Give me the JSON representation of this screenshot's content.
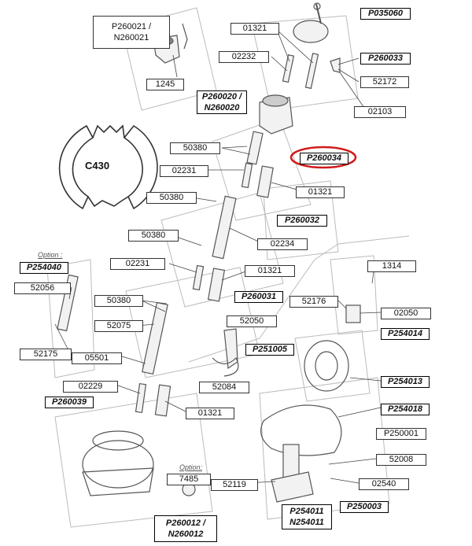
{
  "labels": {
    "p260021": "P260021 / N260021",
    "l1245": "1245",
    "l01321_a": "01321",
    "p035060": "P035060",
    "l02232": "02232",
    "p260033": "P260033",
    "l52172": "52172",
    "p260020": "P260020 / N260020",
    "l02103": "02103",
    "c430": "C430",
    "l50380_a": "50380",
    "p260034": "P260034",
    "l02231_a": "02231",
    "l01321_b": "01321",
    "l50380_b": "50380",
    "p260032": "P260032",
    "l50380_c": "50380",
    "l02234": "02234",
    "option_a": "Option :",
    "p254040": "P254040",
    "l02231_b": "02231",
    "l01321_c": "01321",
    "l1314": "1314",
    "l52056": "52056",
    "l50380_d": "50380",
    "p260031": "P260031",
    "l52176": "52176",
    "l02050": "02050",
    "l52050": "52050",
    "l52075": "52075",
    "p254014": "P254014",
    "p251005": "P251005",
    "l52175": "52175",
    "l05501": "05501",
    "l52084": "52084",
    "p254013": "P254013",
    "l02229": "02229",
    "p260039": "P260039",
    "p254018": "P254018",
    "l01321_d": "01321",
    "p250001": "P250001",
    "l52008": "52008",
    "option_b": "Option:",
    "l7485": "7485",
    "l52119": "52119",
    "l02540": "02540",
    "p254011": "P254011 N254011",
    "p250003": "P250003",
    "p260012": "P260012 / N260012"
  },
  "colors": {
    "highlight": "#d11a1a",
    "line": "#444444",
    "part": "#555555"
  }
}
